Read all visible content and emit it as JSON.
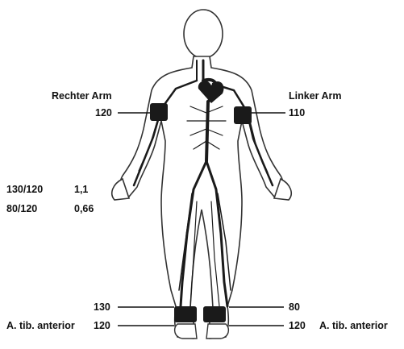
{
  "labels": {
    "right_arm": "Rechter Arm",
    "left_arm": "Linker Arm",
    "right_arm_value": "120",
    "left_arm_value": "110",
    "ratio_right": "130/120",
    "ratio_right_value": "1,1",
    "ratio_left": "80/120",
    "ratio_left_value": "0,66",
    "right_ankle_value": "130",
    "left_ankle_value": "80",
    "right_tib_value": "120",
    "left_tib_value": "120",
    "right_tib_label": "A. tib. anterior",
    "left_tib_label": "A. tib. anterior"
  },
  "colors": {
    "vessel": "#1a1a1a",
    "cuff": "#1a1a1a",
    "outline": "#333333"
  }
}
